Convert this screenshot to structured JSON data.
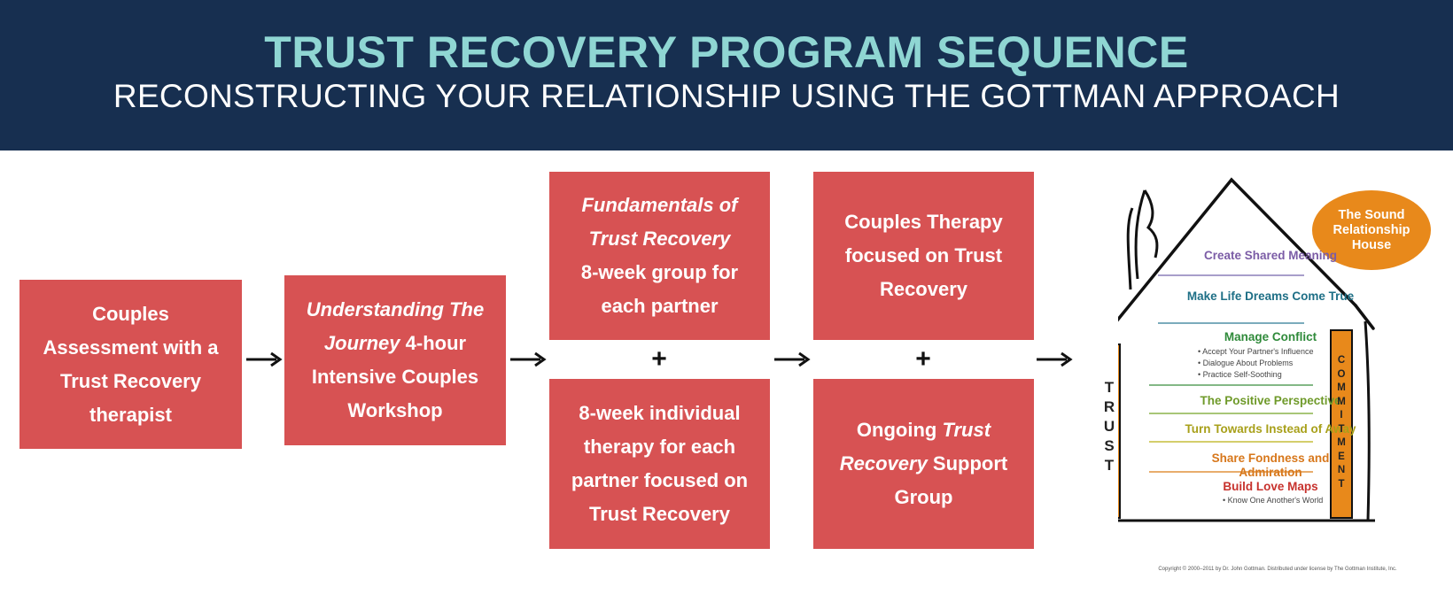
{
  "header": {
    "title": "TRUST RECOVERY PROGRAM SEQUENCE",
    "subtitle": "RECONSTRUCTING YOUR RELATIONSHIP USING THE GOTTMAN APPROACH"
  },
  "colors": {
    "header_bg": "#172f50",
    "title_text": "#8fd6d3",
    "step_box": "#d75253",
    "badge": "#e8891b",
    "pillars": "#e8891b"
  },
  "steps": {
    "step1": {
      "text": "Couples Assessment with a Trust Recovery therapist"
    },
    "step2": {
      "italic": "Understanding The Journey",
      "text": " 4-hour Intensive Couples Workshop"
    },
    "step3a": {
      "italic": "Fundamentals of Trust Recovery",
      "text": " 8-week group for each partner"
    },
    "step3b": {
      "text": "8-week individual therapy for each partner focused on Trust Recovery"
    },
    "step4a": {
      "text": "Couples Therapy focused on Trust Recovery"
    },
    "step4b": {
      "pre": "Ongoing ",
      "italic": "Trust Recovery",
      "text": " Support Group"
    }
  },
  "connectors": {
    "plus": "+"
  },
  "icons": {
    "arrow": "right-arrow-icon",
    "house": "house-icon"
  },
  "house": {
    "badge": "The Sound Relationship House",
    "floors": [
      {
        "label": "Create Shared Meaning",
        "color": "#7b5ca6"
      },
      {
        "label": "Make Life Dreams Come True",
        "color": "#1e6f86"
      },
      {
        "label": "Manage Conflict",
        "color": "#2f8a3a"
      },
      {
        "label": "The Positive Perspective",
        "color": "#6f9a2a"
      },
      {
        "label": "Turn Towards Instead of Away",
        "color": "#a8a01a"
      },
      {
        "label": "Share Fondness and Admiration",
        "color": "#d7771b"
      },
      {
        "label": "Build Love Maps",
        "color": "#c7322d"
      }
    ],
    "conflict_items": [
      "• Accept Your Partner's Influence",
      "• Dialogue About Problems",
      "• Practice Self-Soothing"
    ],
    "love_maps_item": "• Know One Another's World",
    "trust_letters": [
      "T",
      "R",
      "U",
      "S",
      "T"
    ],
    "commitment_letters": [
      "C",
      "O",
      "M",
      "M",
      "I",
      "T",
      "M",
      "E",
      "N",
      "T"
    ],
    "copyright": "Copyright © 2000–2011 by Dr. John Gottman. Distributed under license by The Gottman Institute, Inc."
  }
}
